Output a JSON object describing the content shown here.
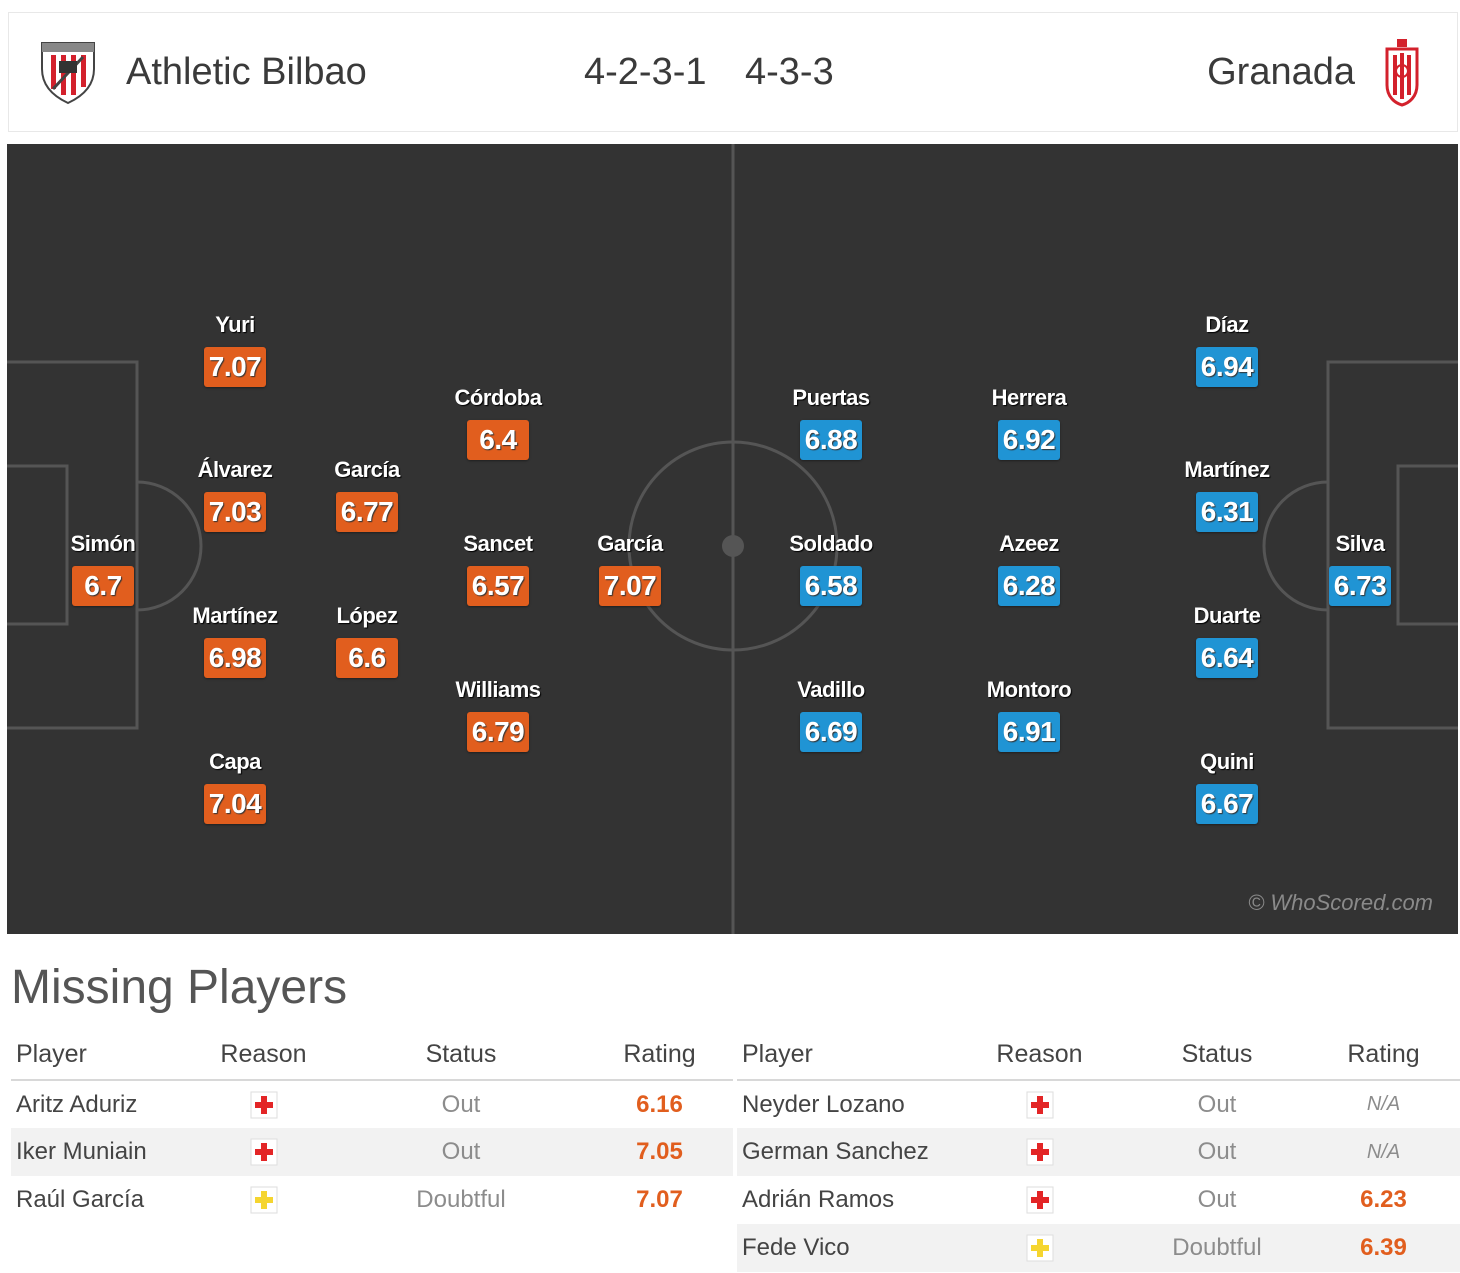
{
  "header": {
    "home_team": "Athletic Bilbao",
    "away_team": "Granada",
    "home_formation": "4-2-3-1",
    "away_formation": "4-3-3",
    "home_crest": "athletic-bilbao-crest-icon",
    "away_crest": "granada-crest-icon"
  },
  "colors": {
    "pitch": "#333333",
    "home_rating": "#e15e1e",
    "away_rating": "#2094d4",
    "injury_red": "#e32526",
    "doubtful_yellow": "#f5d530"
  },
  "pitch": {
    "watermark": "© WhoScored.com",
    "home_players": [
      {
        "name": "Simón",
        "rating": "6.7"
      },
      {
        "name": "Yuri",
        "rating": "7.07"
      },
      {
        "name": "Álvarez",
        "rating": "7.03"
      },
      {
        "name": "Martínez",
        "rating": "6.98"
      },
      {
        "name": "Capa",
        "rating": "7.04"
      },
      {
        "name": "García",
        "rating": "6.77"
      },
      {
        "name": "López",
        "rating": "6.6"
      },
      {
        "name": "Córdoba",
        "rating": "6.4"
      },
      {
        "name": "Sancet",
        "rating": "6.57"
      },
      {
        "name": "Williams",
        "rating": "6.79"
      },
      {
        "name": "García",
        "rating": "7.07"
      }
    ],
    "away_players": [
      {
        "name": "Silva",
        "rating": "6.73"
      },
      {
        "name": "Díaz",
        "rating": "6.94"
      },
      {
        "name": "Martínez",
        "rating": "6.31"
      },
      {
        "name": "Duarte",
        "rating": "6.64"
      },
      {
        "name": "Quini",
        "rating": "6.67"
      },
      {
        "name": "Herrera",
        "rating": "6.92"
      },
      {
        "name": "Azeez",
        "rating": "6.28"
      },
      {
        "name": "Montoro",
        "rating": "6.91"
      },
      {
        "name": "Puertas",
        "rating": "6.88"
      },
      {
        "name": "Soldado",
        "rating": "6.58"
      },
      {
        "name": "Vadillo",
        "rating": "6.69"
      }
    ]
  },
  "missing": {
    "title": "Missing Players",
    "headers": {
      "player": "Player",
      "reason": "Reason",
      "status": "Status",
      "rating": "Rating"
    },
    "home": [
      {
        "player": "Aritz Aduriz",
        "reason": "injury-cross-icon",
        "status": "Out",
        "rating": "6.16"
      },
      {
        "player": "Iker Muniain",
        "reason": "injury-cross-icon",
        "status": "Out",
        "rating": "7.05"
      },
      {
        "player": "Raúl García",
        "reason": "doubtful-cross-icon",
        "status": "Doubtful",
        "rating": "7.07"
      }
    ],
    "away": [
      {
        "player": "Neyder Lozano",
        "reason": "injury-cross-icon",
        "status": "Out",
        "rating": "N/A"
      },
      {
        "player": "German Sanchez",
        "reason": "injury-cross-icon",
        "status": "Out",
        "rating": "N/A"
      },
      {
        "player": "Adrián Ramos",
        "reason": "injury-cross-icon",
        "status": "Out",
        "rating": "6.23"
      },
      {
        "player": "Fede Vico",
        "reason": "doubtful-cross-icon",
        "status": "Doubtful",
        "rating": "6.39"
      }
    ]
  }
}
